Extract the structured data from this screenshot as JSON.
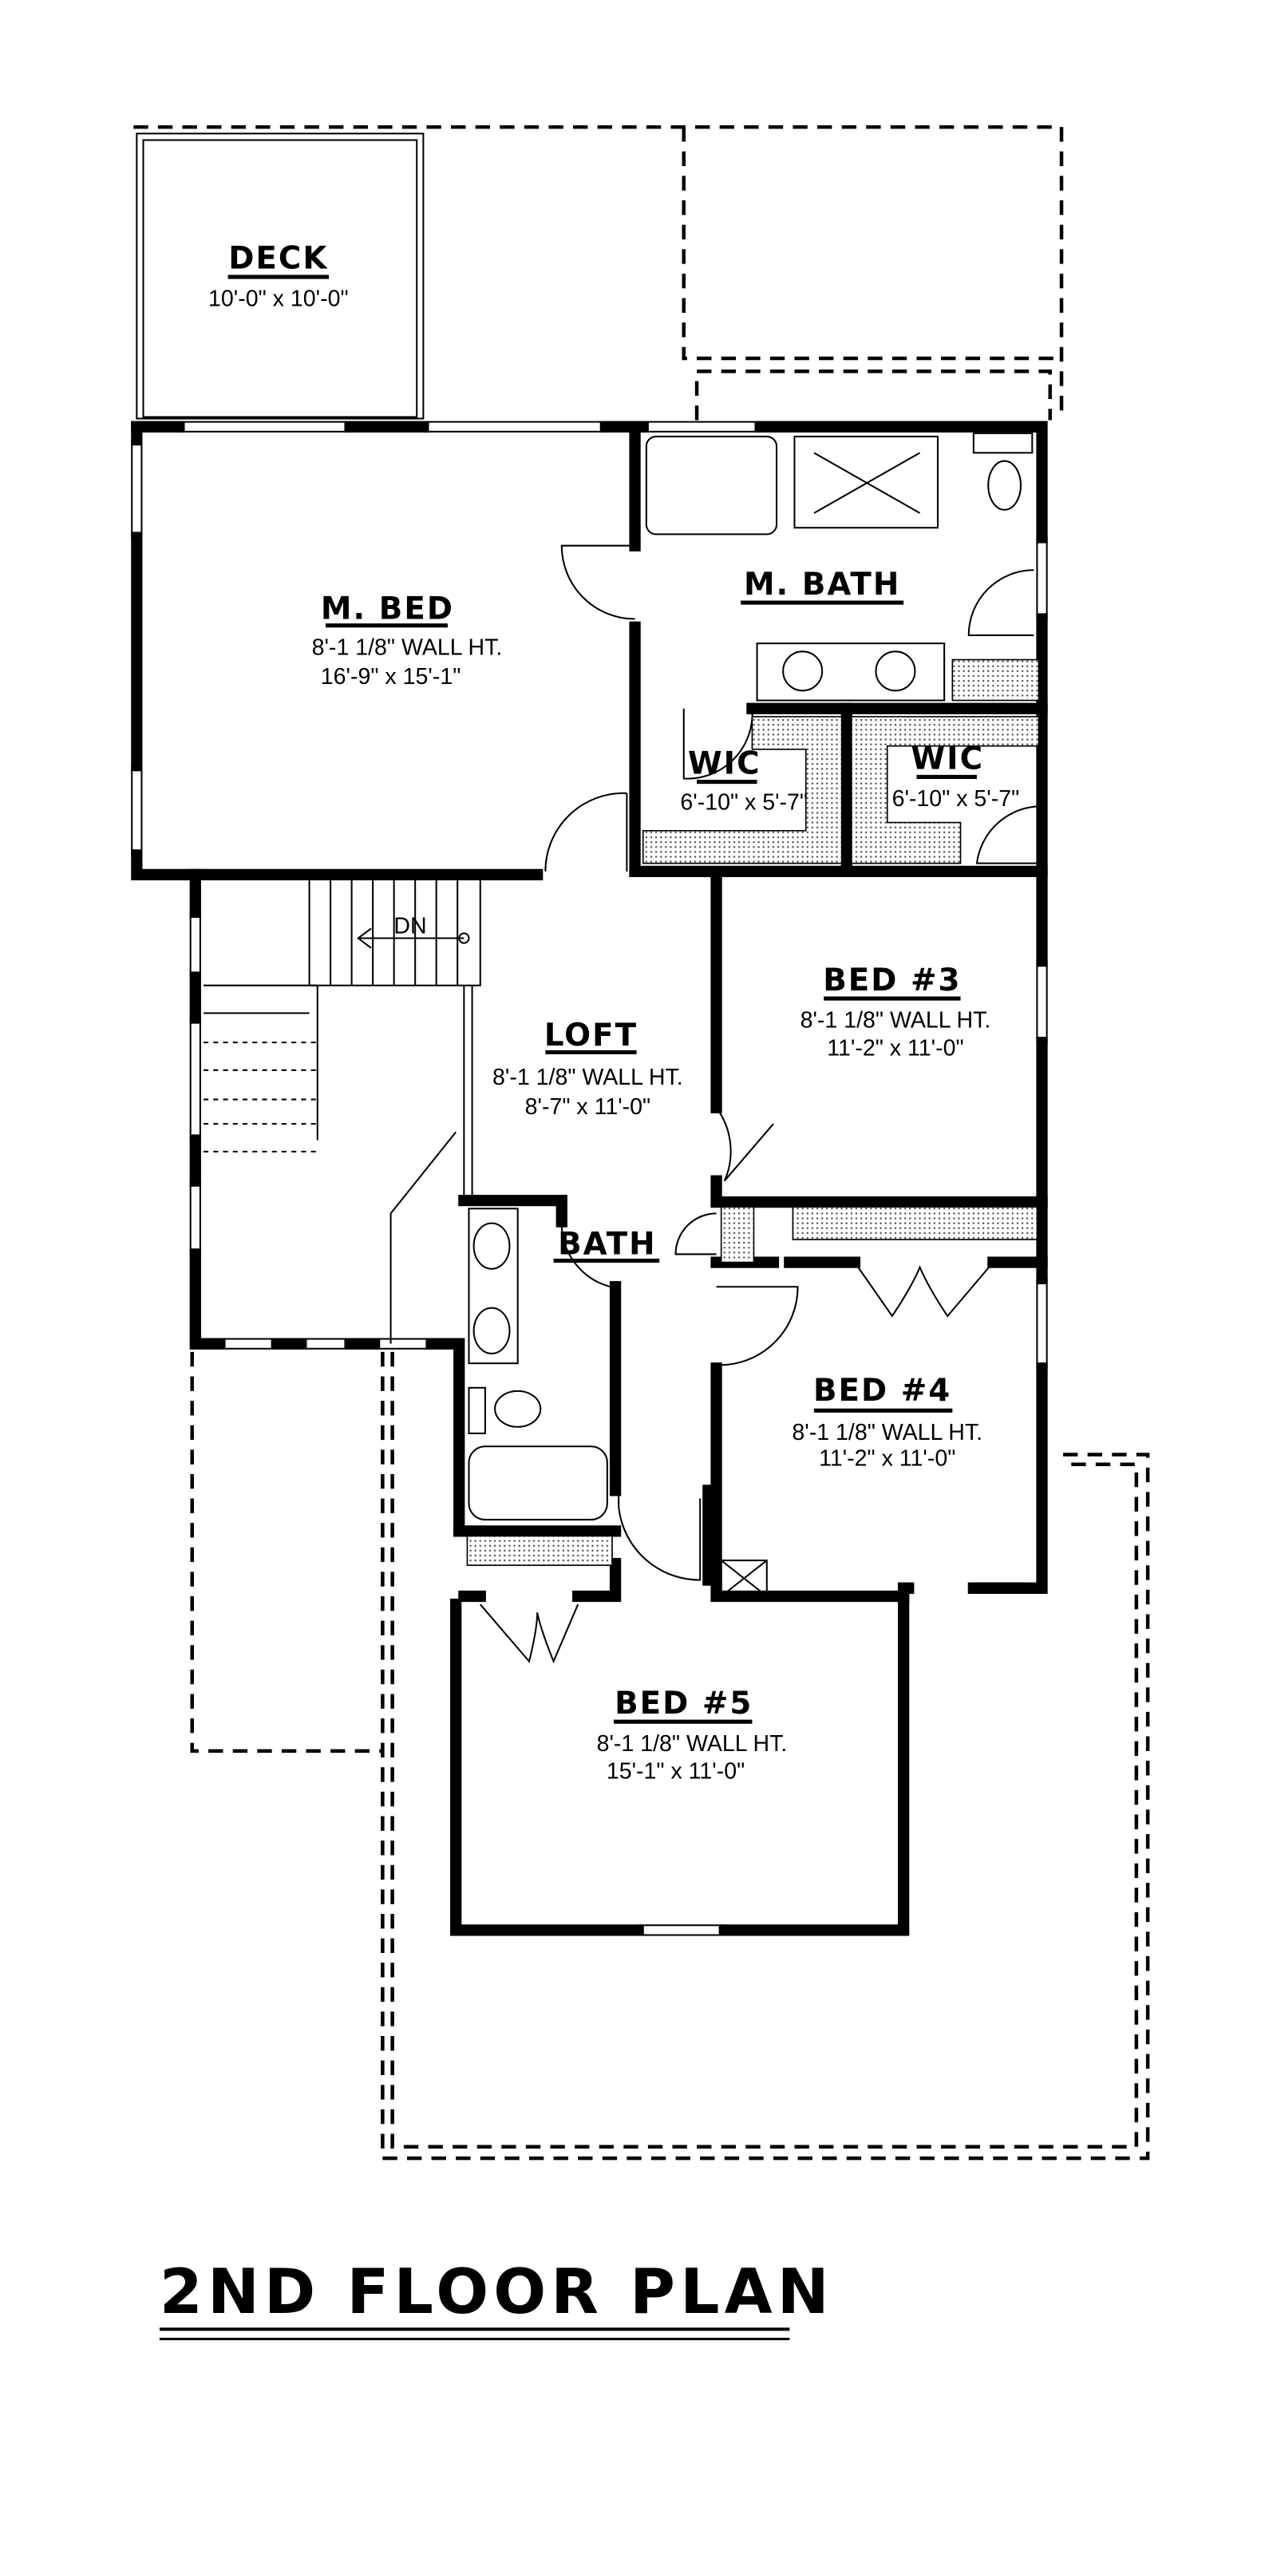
{
  "title": "2ND FLOOR PLAN",
  "rooms": {
    "deck": {
      "name": "DECK",
      "size": "10'-0\" x 10'-0\""
    },
    "master_bed": {
      "name": "M. BED",
      "wall_height": "8'-1 1/8\" WALL HT.",
      "size": "16'-9\" x 15'-1\""
    },
    "master_bath": {
      "name": "M. BATH"
    },
    "wic_1": {
      "name": "WIC",
      "size": "6'-10\" x 5'-7\""
    },
    "wic_2": {
      "name": "WIC",
      "size": "6'-10\" x 5'-7\""
    },
    "loft": {
      "name": "LOFT",
      "wall_height": "8'-1 1/8\" WALL HT.",
      "size": "8'-7\" x 11'-0\""
    },
    "bed3": {
      "name": "BED #3",
      "wall_height": "8'-1 1/8\" WALL HT.",
      "size": "11'-2\" x 11'-0\""
    },
    "bath": {
      "name": "BATH"
    },
    "bed4": {
      "name": "BED #4",
      "wall_height": "8'-1 1/8\" WALL HT.",
      "size": "11'-2\" x 11'-0\""
    },
    "bed5": {
      "name": "BED #5",
      "wall_height": "8'-1 1/8\" WALL HT.",
      "size": "15'-1\" x 11'-0\""
    }
  },
  "stairs": {
    "label": "DN"
  }
}
